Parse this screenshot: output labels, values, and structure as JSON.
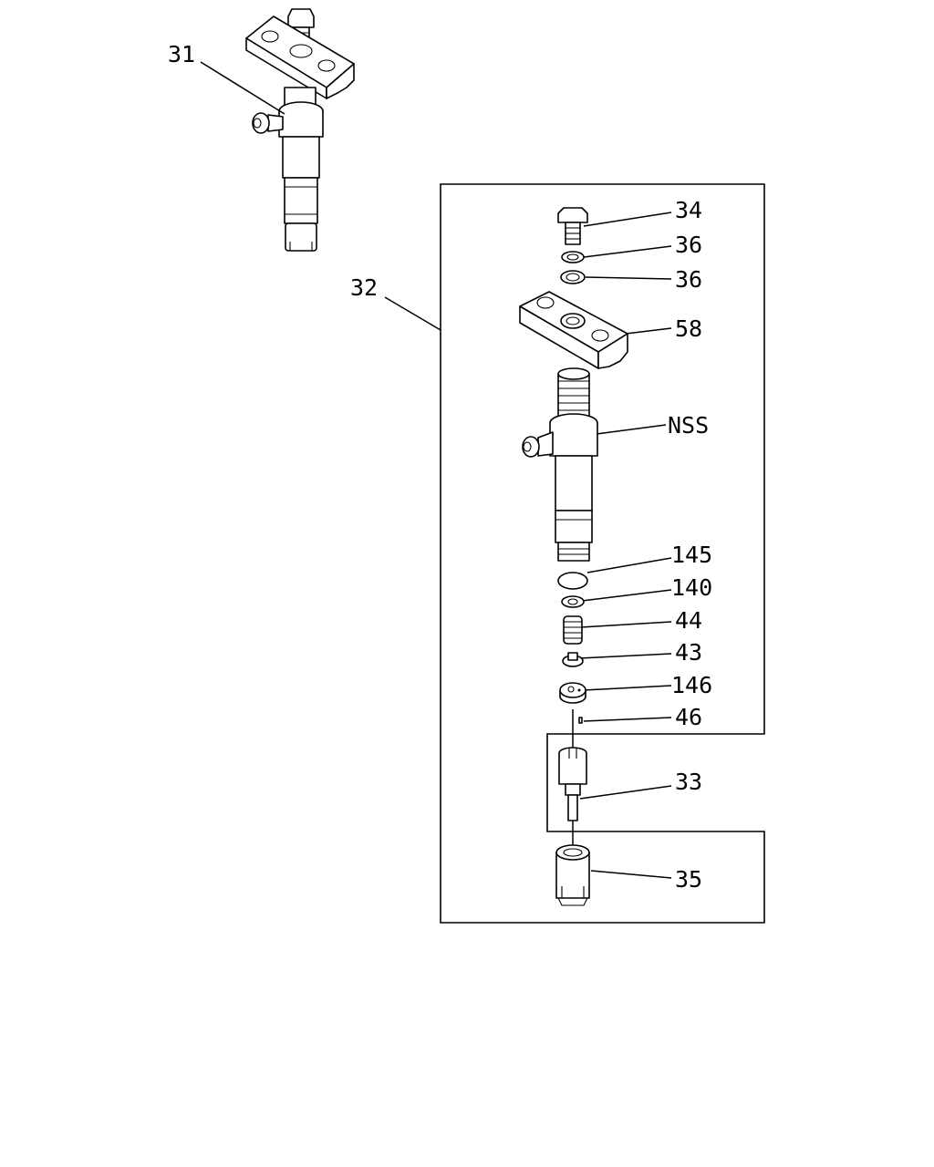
{
  "diagram": {
    "callouts": {
      "c31": "31",
      "c32": "32",
      "c34": "34",
      "c36a": "36",
      "c36b": "36",
      "c58": "58",
      "cNSS": "NSS",
      "c145": "145",
      "c140": "140",
      "c44": "44",
      "c43": "43",
      "c146": "146",
      "c46": "46",
      "c33": "33",
      "c35": "35"
    }
  }
}
